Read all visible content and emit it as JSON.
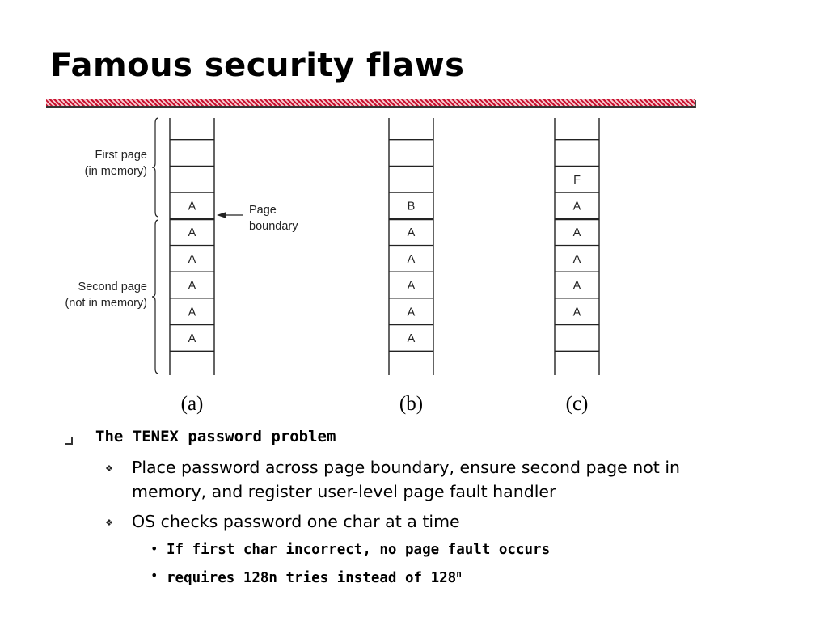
{
  "title": "Famous security flaws",
  "diagram": {
    "brace_top_label": [
      "First page",
      "(in memory)"
    ],
    "brace_bottom_label": [
      "Second page",
      "(not in memory)"
    ],
    "arrow_label": [
      "Page",
      "boundary"
    ],
    "columns": [
      {
        "label": "(a)",
        "cells": [
          "",
          "",
          "",
          "A",
          "A",
          "A",
          "A",
          "A",
          "A",
          ""
        ]
      },
      {
        "label": "(b)",
        "cells": [
          "",
          "",
          "",
          "B",
          "A",
          "A",
          "A",
          "A",
          "A",
          ""
        ]
      },
      {
        "label": "(c)",
        "cells": [
          "",
          "",
          "F",
          "A",
          "A",
          "A",
          "A",
          "A",
          "",
          ""
        ]
      }
    ]
  },
  "bullets": {
    "item1": "The TENEX password problem",
    "sub1_line1": "Place password across page boundary, ensure second page not in",
    "sub1_line2": "memory, and register user-level page fault handler",
    "sub2": "OS checks password one char at a time",
    "subsub1": "If first char incorrect, no page fault occurs",
    "subsub2_text": "requires 128n tries instead of 128",
    "subsub2_sup": "n",
    "marker_level2": "❖",
    "marker_level3": "•"
  }
}
